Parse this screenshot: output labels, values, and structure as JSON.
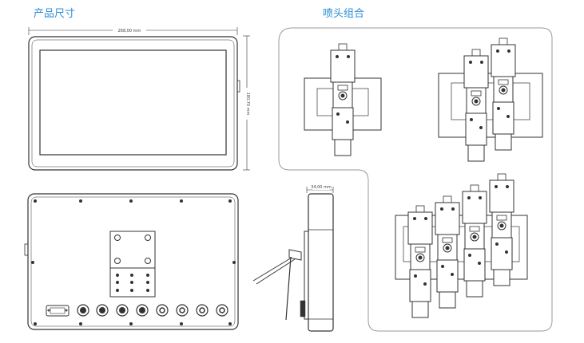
{
  "headings": {
    "product_size": "产品尺寸",
    "nozzle_combination": "喷头组合"
  },
  "dimensions": {
    "front_width": "268,00 mm",
    "front_height": "180,70 mm",
    "side_depth": "34,00 mm"
  },
  "colors": {
    "heading": "#2b8fd6",
    "line": "#333333",
    "panel_border": "#9a9a9a"
  }
}
